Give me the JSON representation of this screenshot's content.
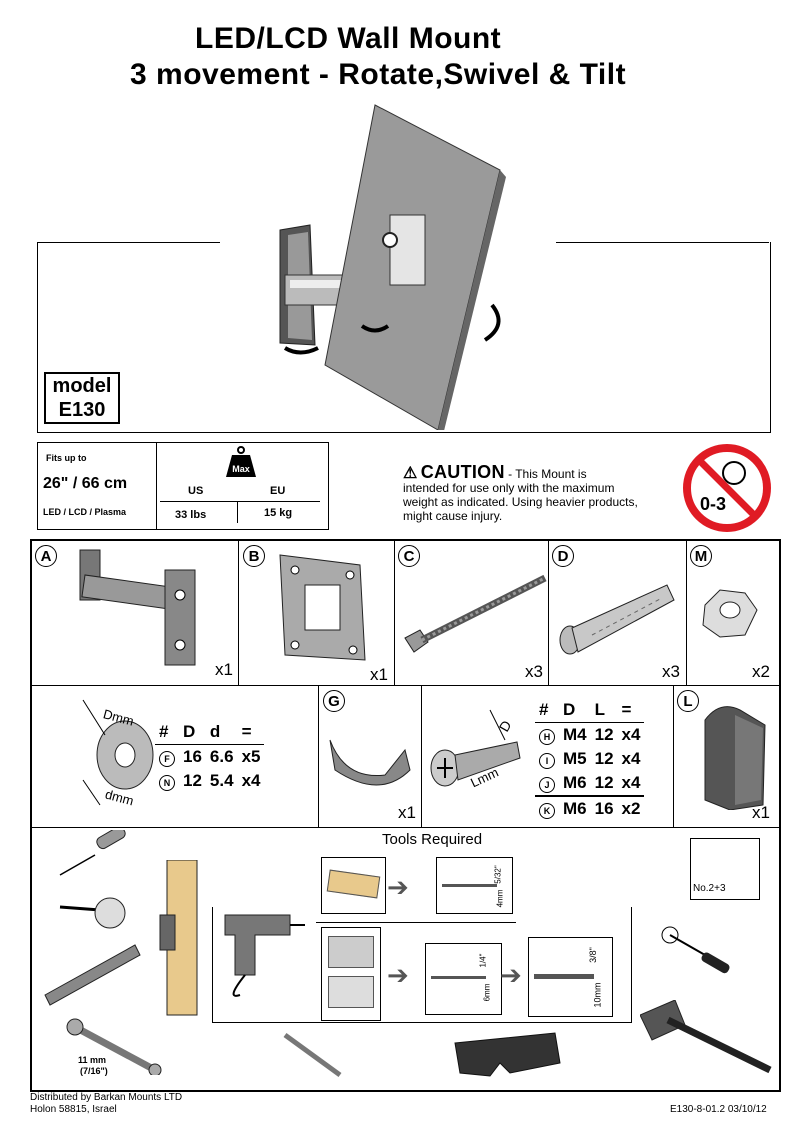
{
  "header": {
    "title_line1": "LED/LCD Wall Mount",
    "title_line2": "3 movement - Rotate,Swivel & Tilt"
  },
  "model": {
    "label": "model",
    "code": "E130"
  },
  "specs": {
    "fits_up_to_label": "Fits up to",
    "size": "26\" / 66 cm",
    "types": "LED / LCD / Plasma",
    "weight_icon_label": "Max",
    "us_label": "US",
    "eu_label": "EU",
    "us_value": "33 lbs",
    "eu_value": "15 kg"
  },
  "caution": {
    "heading": "CAUTION",
    "text1": " - This Mount is",
    "text2": "intended for use only with the maximum weight as indicated. Using heavier products, might cause injury."
  },
  "child_warning": {
    "label": "0-3"
  },
  "parts": {
    "A": {
      "letter": "A",
      "qty": "x1"
    },
    "B": {
      "letter": "B",
      "qty": "x1"
    },
    "C": {
      "letter": "C",
      "qty": "x3"
    },
    "D": {
      "letter": "D",
      "qty": "x3"
    },
    "M": {
      "letter": "M",
      "qty": "x2"
    },
    "G": {
      "letter": "G",
      "qty": "x1"
    },
    "L": {
      "letter": "L",
      "qty": "x1"
    }
  },
  "washer_table": {
    "dim_outer": "Dmm",
    "dim_inner": "dmm",
    "headers": [
      "#",
      "D",
      "d",
      "="
    ],
    "rows": [
      {
        "id": "F",
        "D": "16",
        "d": "6.6",
        "qty": "x5"
      },
      {
        "id": "N",
        "D": "12",
        "d": "5.4",
        "qty": "x4"
      }
    ]
  },
  "bolt_table": {
    "dim_d": "D",
    "dim_l": "Lmm",
    "headers": [
      "#",
      "D",
      "L",
      "="
    ],
    "rows": [
      {
        "id": "H",
        "D": "M4",
        "L": "12",
        "qty": "x4"
      },
      {
        "id": "I",
        "D": "M5",
        "L": "12",
        "qty": "x4"
      },
      {
        "id": "J",
        "D": "M6",
        "L": "12",
        "qty": "x4"
      },
      {
        "id": "K",
        "D": "M6",
        "L": "16",
        "qty": "x2"
      }
    ]
  },
  "tools": {
    "title": "Tools Required",
    "drill_bit_wood": "5/32\"",
    "drill_bit_wood_mm": "4mm",
    "drill_bit_1": "1/4\"",
    "drill_bit_1_mm": "6mm",
    "drill_bit_2": "3/8\"",
    "drill_bit_2_mm": "10mm",
    "screwdriver_size": "No.2+3",
    "wrench_size": "11 mm",
    "wrench_size_in": "(7/16\")"
  },
  "footer": {
    "distributor": "Distributed by Barkan Mounts LTD",
    "address": "Holon 58815, Israel",
    "doc_code": "E130-8-01.2  03/10/12"
  }
}
